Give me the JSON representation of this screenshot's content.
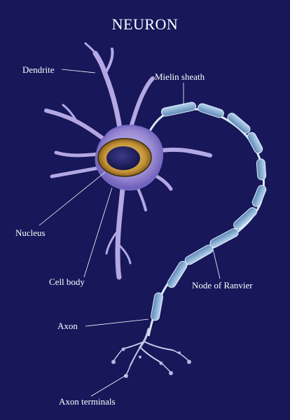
{
  "title": "NEURON",
  "labels": {
    "dendrite": "Dendrite",
    "mielin_sheath": "Mielin sheath",
    "nucleus": "Nucleus",
    "cell_body": "Cell body",
    "node_of_ranvier": "Node of Ranvier",
    "axon": "Axon",
    "axon_terminals": "Axon terminals"
  },
  "colors": {
    "background": "#17175a",
    "cell": "#a79ad8",
    "nucleus_ring": "#c99a3a",
    "myelin": "#8fb9dc",
    "leader_line": "#ffffff"
  }
}
